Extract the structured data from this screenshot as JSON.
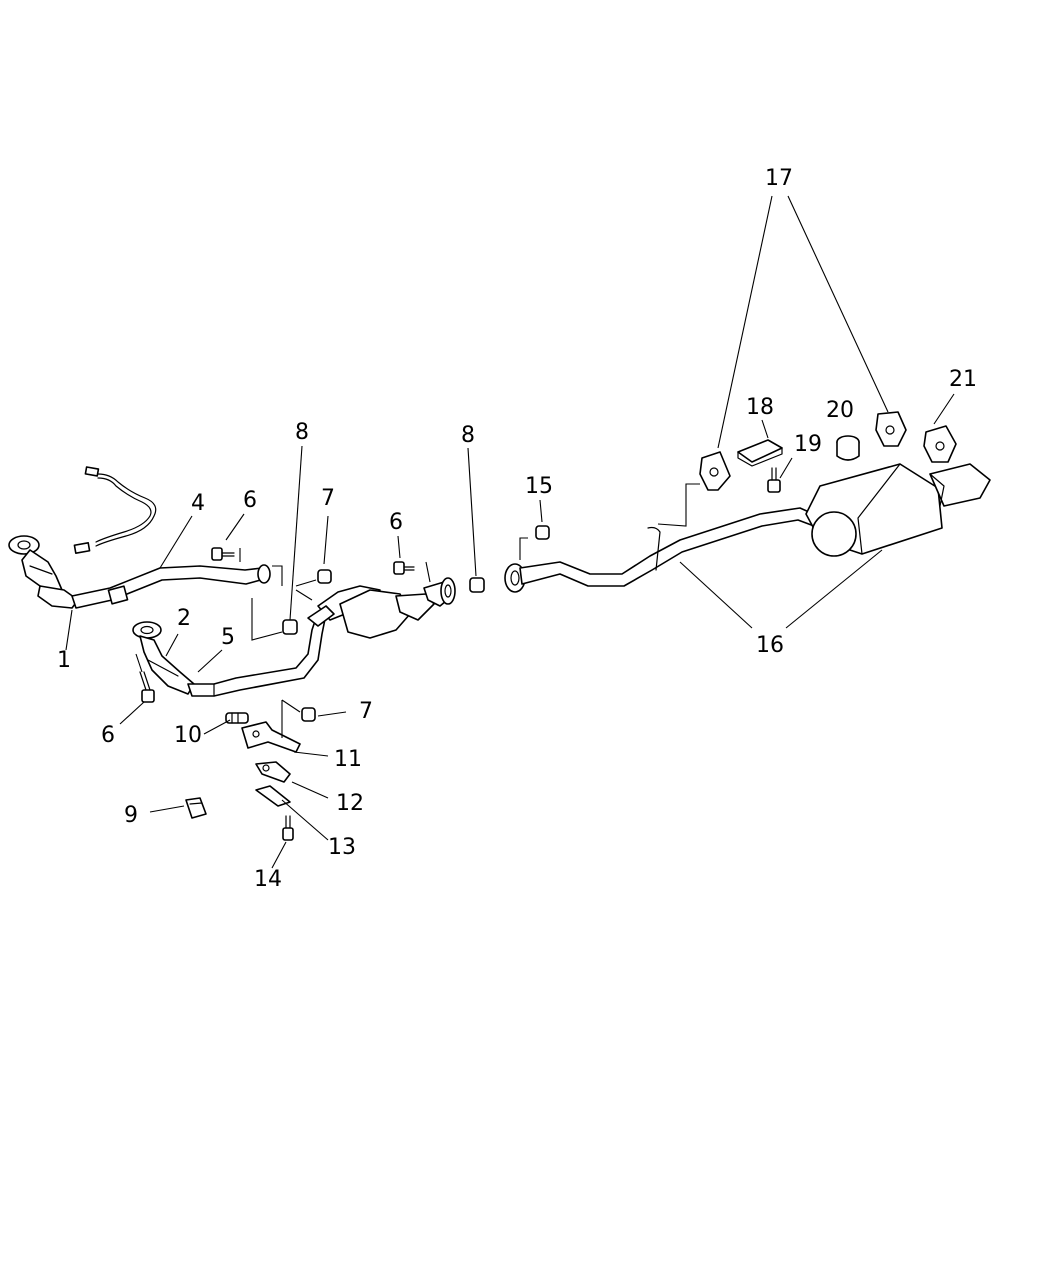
{
  "callouts": {
    "c1": "1",
    "c2": "2",
    "c4": "4",
    "c5": "5",
    "c6a": "6",
    "c6b": "6",
    "c6c": "6",
    "c7a": "7",
    "c7b": "7",
    "c8a": "8",
    "c8b": "8",
    "c9": "9",
    "c10": "10",
    "c11": "11",
    "c12": "12",
    "c13": "13",
    "c14": "14",
    "c15": "15",
    "c16": "16",
    "c17": "17",
    "c18": "18",
    "c19": "19",
    "c20": "20",
    "c21": "21"
  }
}
